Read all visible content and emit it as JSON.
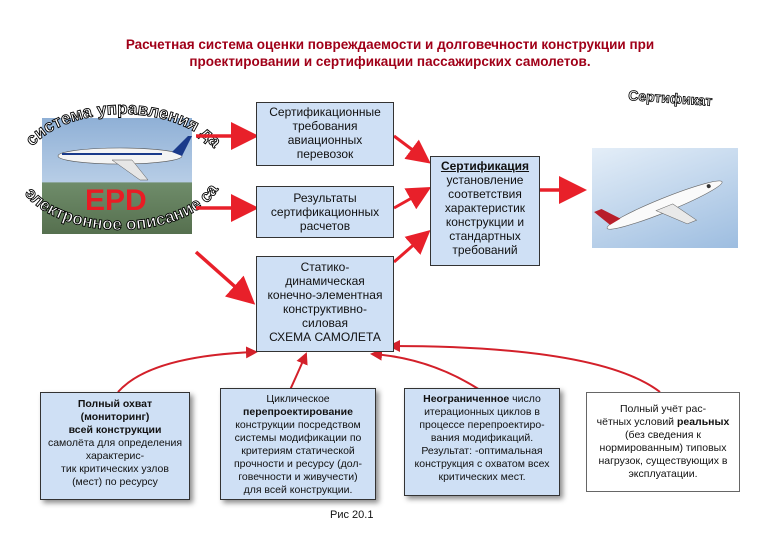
{
  "title_line1": "Расчетная система оценки повреждаемости и долговечности конструкции при",
  "title_line2": "проектировании и сертификации пассажирских самолетов.",
  "epd": {
    "arc_top": "система управления данными",
    "arc_bottom": "электронное описание самолета",
    "label": "EPD"
  },
  "center": {
    "cert_req": [
      "Сертификационные",
      "требования",
      "авиационных",
      "перевозок"
    ],
    "cert_results": [
      "Результаты",
      "сертификационных",
      "расчетов"
    ],
    "schema": [
      "Статико-",
      "динамическая",
      "конечно-элементная",
      "конструктивно-",
      "силовая",
      "СХЕМА САМОЛЕТА"
    ]
  },
  "certification": {
    "title": "Сертификация",
    "lines": [
      "установление",
      "соответствия",
      "характеристик",
      "конструкции и",
      "стандартных",
      "требований"
    ]
  },
  "cert_label": "Сертификат",
  "bottom": {
    "box1": [
      "Полный охват",
      "(мониторинг)",
      "всей конструкции",
      "самолёта для определения",
      "характерис-",
      "тик критических узлов",
      "(мест) по ресурсу"
    ],
    "box2": [
      "Циклическое",
      "перепроектирование",
      "конструкции посредством",
      "системы модификации по",
      "критериям статической",
      "прочности и ресурсу (дол-",
      "говечности и живучести)",
      "для всей конструкции."
    ],
    "box3_lead": "Неограниченное",
    "box3_lead_rest": " число",
    "box3": [
      "итерационных циклов в",
      "процессе перепроектиро-",
      "вания модификаций.",
      "Результат: -оптимальная",
      "конструкция с охватом всех",
      "критических мест."
    ],
    "box4_line1": "Полный учёт рас-",
    "box4_line2a": "чётных условий ",
    "box4_line2b": "реальных",
    "box4": [
      "(без сведения к",
      "нормированным) типовых",
      "нагрузок, существующих в",
      "эксплуатации."
    ]
  },
  "caption": "Рис 20.1",
  "colors": {
    "title": "#a00018",
    "arrow": "#e8202a",
    "box_fill": "#cfe0f5",
    "epd": "#e81c24"
  }
}
